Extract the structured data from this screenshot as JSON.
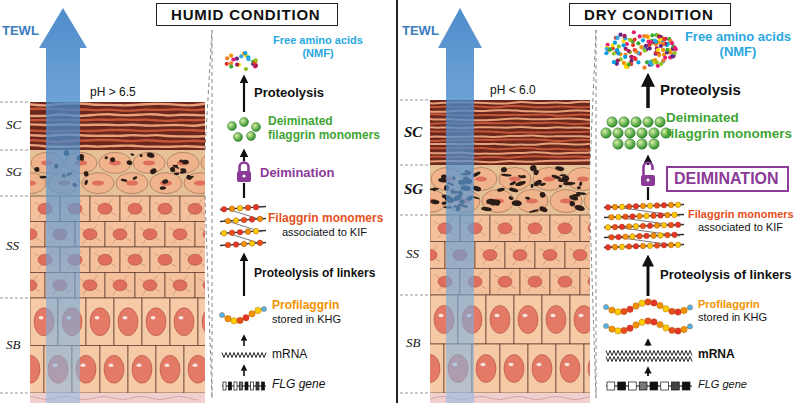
{
  "diagram": {
    "nodes": [
      {
        "text": [
          "HUMID CONDITION"
        ]
      },
      {
        "text": [
          "Free amino acids (NMF)"
        ]
      },
      {
        "text": [
          "Deiminated filaggrin monomers"
        ]
      },
      {
        "text": [
          "Filaggrin monomers",
          "associated to KIF"
        ]
      },
      {
        "text": [
          "Profilaggrin",
          "stored in KHG"
        ]
      },
      {
        "text": [
          "mRNA"
        ]
      },
      {
        "text": [
          "FLG gene"
        ]
      },
      {
        "text": [
          "DRY CONDITION"
        ]
      },
      {
        "text": [
          "Free amino acids (NMF)"
        ]
      },
      {
        "text": [
          "Deiminated filaggrin monomers"
        ]
      },
      {
        "text": [
          "DEIMINATION"
        ]
      },
      {
        "text": [
          "Filaggrin monomers",
          "associated to KIF"
        ]
      },
      {
        "text": [
          "Profilaggrin",
          "stored in KHG"
        ]
      },
      {
        "text": [
          "mRNA"
        ]
      },
      {
        "text": [
          "FLG gene"
        ]
      }
    ],
    "edges": [
      {
        "from": 6,
        "to": 5,
        "arrow": "to"
      },
      {
        "from": 5,
        "to": 4,
        "arrow": "to"
      },
      {
        "from": 4,
        "to": 3,
        "label": "Proteolysis of linkers",
        "arrow": "to"
      },
      {
        "from": 3,
        "to": 2,
        "label": "Deimination",
        "arrow": "to"
      },
      {
        "from": 2,
        "to": 1,
        "label": "Proteolysis",
        "arrow": "to"
      },
      {
        "from": 14,
        "to": 13,
        "arrow": "to"
      },
      {
        "from": 13,
        "to": 12,
        "arrow": "to"
      },
      {
        "from": 12,
        "to": 11,
        "label": "Proteolysis of linkers",
        "arrow": "to"
      },
      {
        "from": 11,
        "to": 9,
        "arrow": "to"
      },
      {
        "from": 9,
        "to": 8,
        "label": "Proteolysis",
        "arrow": "to"
      }
    ],
    "labels": [
      "TEWL",
      "pH > 6.5",
      "SC",
      "SG",
      "SS",
      "SB",
      "TEWL",
      "pH < 6.0",
      "SC",
      "SG",
      "SS",
      "SB"
    ]
  }
}
